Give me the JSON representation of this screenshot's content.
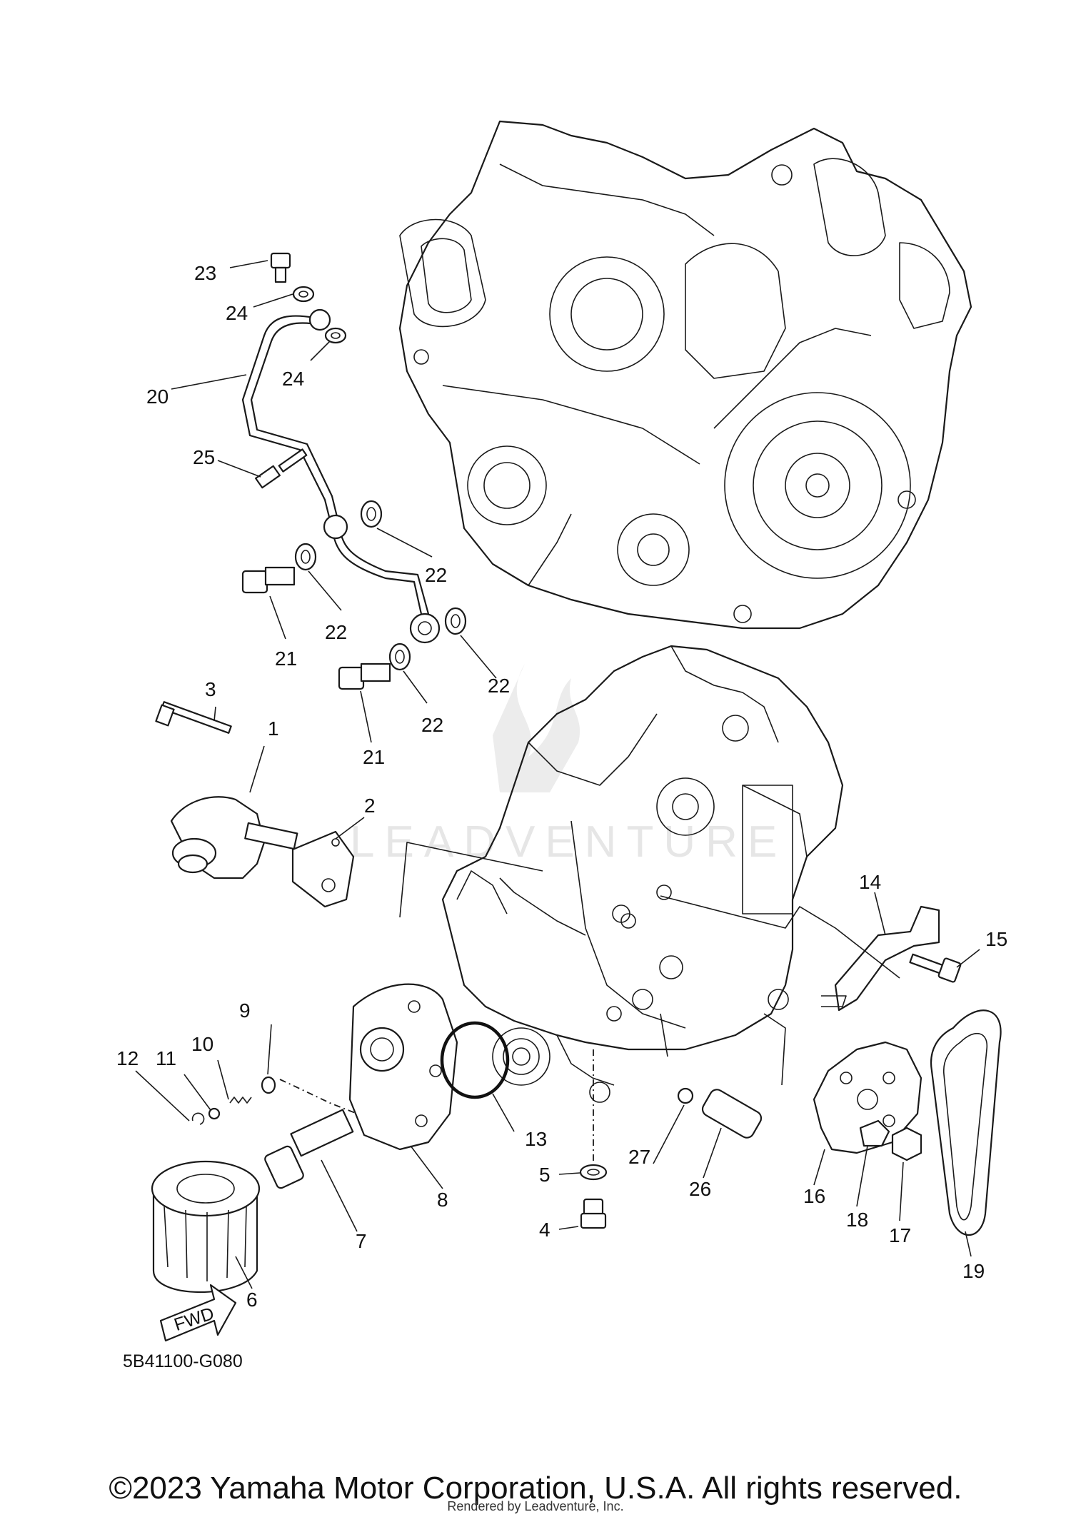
{
  "diagram": {
    "part_numbers": [
      "1",
      "2",
      "3",
      "4",
      "5",
      "6",
      "7",
      "8",
      "9",
      "10",
      "11",
      "12",
      "13",
      "14",
      "15",
      "16",
      "17",
      "18",
      "19",
      "20",
      "21",
      "21",
      "22",
      "22",
      "22",
      "22",
      "23",
      "24",
      "24",
      "25",
      "26",
      "27"
    ],
    "drawing_code": "5B41100-G080",
    "fwd_label": "FWD",
    "watermark": "LEADVENTURE"
  },
  "footer": {
    "copyright": "©2023 Yamaha Motor Corporation, U.S.A. All rights reserved.",
    "credit": "Rendered by Leadventure, Inc."
  },
  "colors": {
    "ink": "#1a1a1a",
    "background": "#ffffff",
    "watermark": "#e6e6e6"
  }
}
